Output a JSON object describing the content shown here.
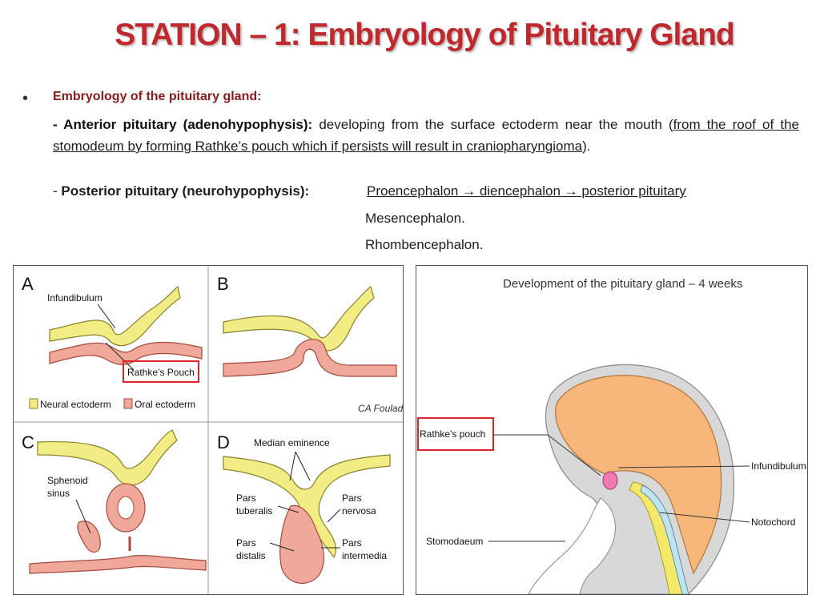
{
  "title": "STATION – 1: Embryology of Pituitary Gland",
  "bullet": {
    "heading": "Embryology of the pituitary gland:",
    "anterior_label": "- Anterior pituitary (adenohypophysis):",
    "anterior_text": " developing from the surface ectoderm near the mouth  (",
    "anterior_underlined": "from the roof of the stomodeum by forming Rathke’s pouch which if persists will result in craniopharyngioma",
    "anterior_end": ").",
    "posterior_prefix": "- ",
    "posterior_label": "Posterior pituitary (neurohypophysis):",
    "posterior_value": "Proencephalon → diencephalon → posterior  pituitary",
    "posterior_line2": "Mesencephalon.",
    "posterior_line3": "Rhombencephalon."
  },
  "figure_left": {
    "panels": [
      "A",
      "B",
      "C",
      "D"
    ],
    "labels": {
      "infundibulum": "Infundibulum",
      "rathkes_pouch": "Rathke’s Pouch",
      "neural_ectoderm": "Neural ectoderm",
      "oral_ectoderm": "Oral ectoderm",
      "signature": "CA Foulad",
      "sphenoid_line1": "Sphenoid",
      "sphenoid_line2": "sinus",
      "median_eminence": "Median eminence",
      "pars_tuberalis_1": "Pars",
      "pars_tuberalis_2": "tuberalis",
      "pars_nervosa_1": "Pars",
      "pars_nervosa_2": "nervosa",
      "pars_distalis_1": "Pars",
      "pars_distalis_2": "distalis",
      "pars_intermedia_1": "Pars",
      "pars_intermedia_2": "intermedia"
    },
    "colors": {
      "neural": "#f2ec84",
      "oral": "#f0a89a",
      "highlight": "#e0242a"
    }
  },
  "figure_right": {
    "title": "Development of the pituitary gland – 4 weeks",
    "labels": {
      "rathkes_pouch": "Rathke's pouch",
      "infundibulum": "Infundibulum",
      "notochord": "Notochord",
      "stomodaeum": "Stomodaeum"
    },
    "colors": {
      "brain": "#f7b77a",
      "tissue": "#d8d8d8",
      "neural": "#f5e96a",
      "notochord": "#bfe3f0",
      "pouch": "#f07bb0"
    }
  }
}
